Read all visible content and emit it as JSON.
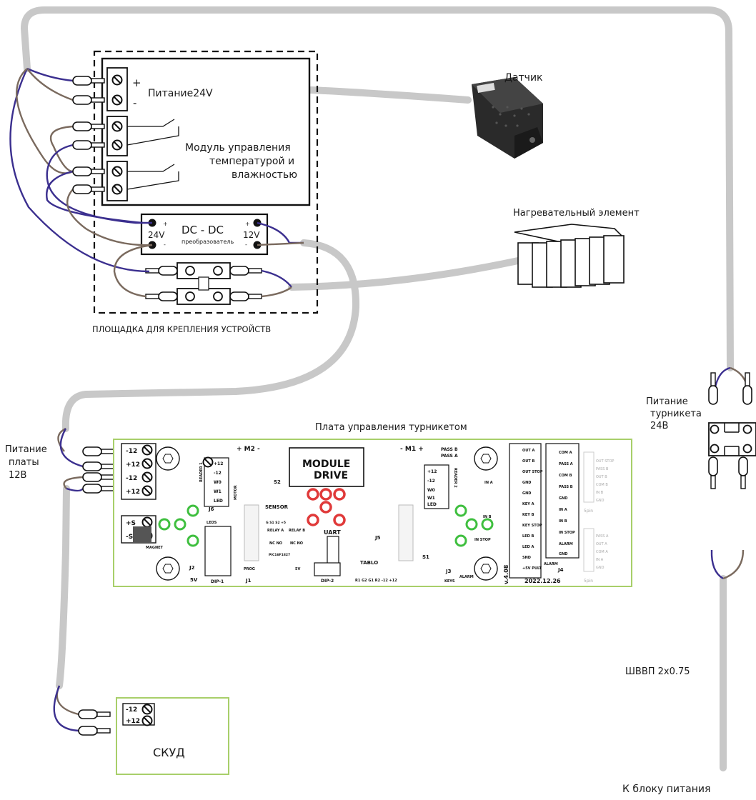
{
  "labels": {
    "sensor": "Датчик",
    "power24": "Питание24V",
    "plus": "+",
    "minus": "-",
    "module_line1": "Модуль управления",
    "module_line2": "температурой и",
    "module_line3": "влажностью",
    "heater": "Нагревательный элемент",
    "dcdc_title": "DC  -  DC",
    "dcdc_sub": "преобразователь",
    "dcdc_in": "24V",
    "dcdc_out": "12V",
    "platform": "ПЛОЩАДКА ДЛЯ КРЕПЛЕНИЯ УСТРОЙСТВ",
    "turnstile_power_1": "Питание",
    "turnstile_power_2": "турникета",
    "turnstile_power_3": "24В",
    "board_title": "Плата управления турникетом",
    "board_power_1": "Питание",
    "board_power_2": "платы",
    "board_power_3": "12В",
    "cable": "ШВВП 2х0.75",
    "to_psu": "К блоку питания",
    "skud": "СКУД"
  },
  "board": {
    "module_line1": "MODULE",
    "module_line2": "DRIVE",
    "xt1_terms": [
      "-12",
      "+12",
      "-12",
      "+12"
    ],
    "xt2_terms": [
      "+S",
      "-S"
    ],
    "reader1_terms": [
      "+12",
      "-12",
      "W0",
      "W1",
      "LED"
    ],
    "reader2_terms": [
      "+12",
      "-12",
      "W0",
      "W1",
      "LED"
    ],
    "xt3_terms": [
      "OUT A",
      "OUT B",
      "OUT STOP",
      "GND",
      "GND",
      "KEY A",
      "KEY B",
      "KEY STOP",
      "LED B",
      "LED A",
      "SND",
      "+5V PULT"
    ],
    "xt13_terms": [
      "COM A",
      "PASS A",
      "COM B",
      "PASS B",
      "GND",
      "IN A",
      "IN B",
      "IN STOP",
      "ALARM",
      "GND"
    ],
    "pin5_top": [
      "OUT STOP",
      "PASS B",
      "OUT B",
      "COM B",
      "IN B",
      "GND"
    ],
    "pin5_bottom": [
      "PASS A",
      "OUT A",
      "COM A",
      "IN A",
      "GND"
    ],
    "pin5_label": "5pin",
    "m1": "- M1 +",
    "m2": "+ M2 -",
    "pass_b": "PASS B",
    "pass_a": "PASS A",
    "reader1": "READER 1",
    "reader2": "READER 2",
    "motor": "MOTOR",
    "sensor": "SENSOR",
    "sensor_pins": "G  S1  S2  +5",
    "relay_a": "RELAY A",
    "relay_b": "RELAY B",
    "nc_no": "NC  NO",
    "uart": "UART",
    "tablo": "TABLO",
    "tablo_pins": "R1  G2  G1  R2  -12  +12",
    "dip1": "DIP-1",
    "dip2": "DIP-2",
    "prog": "PROG",
    "j1": "J1",
    "j2": "J2",
    "j3": "J3",
    "j4": "J4",
    "j5": "J5",
    "j6": "J6",
    "s1": "S1",
    "s2": "S2",
    "five_v": "5V",
    "leds": "LEDS",
    "magnet": "MAGNET",
    "keys": "KEYS",
    "alarm": "ALARM",
    "version": "v.4.08",
    "date": "2022.12.26",
    "in_a": "IN A",
    "in_b": "IN B",
    "in_stop": "IN STOP",
    "pic": "PIC16F1827"
  },
  "skud_terms": [
    "-12",
    "+12"
  ],
  "colors": {
    "cable": "#c8c8c8",
    "wire_blue": "#3b2f8f",
    "wire_brown": "#7a6a5e",
    "board_outline": "#a8cf6a",
    "led_green": "#3fbf3f",
    "led_red": "#e03a3a"
  }
}
